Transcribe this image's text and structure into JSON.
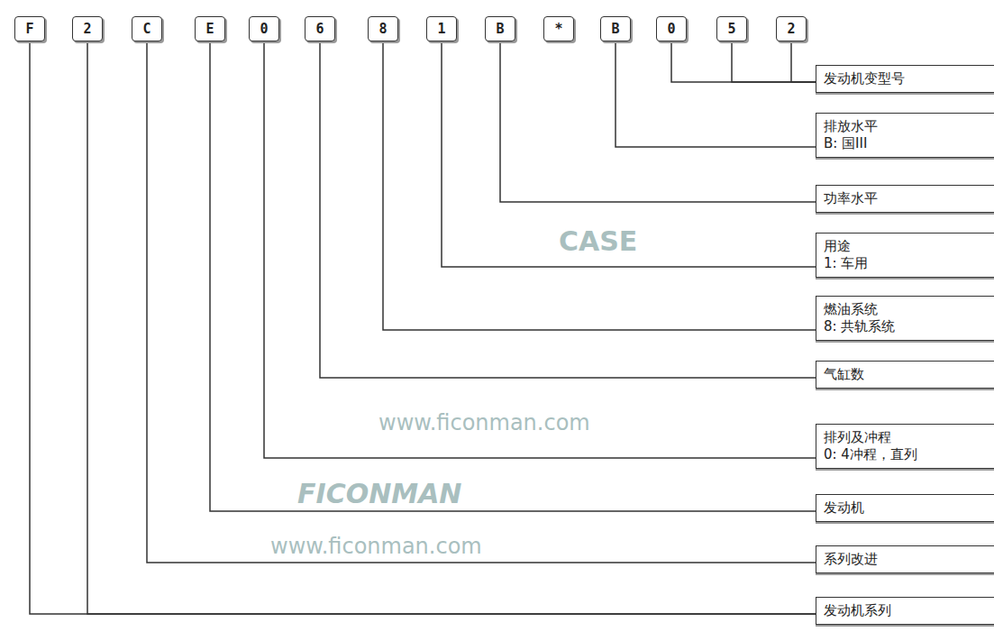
{
  "diagram": {
    "nodes": [
      {
        "text": [
          "F"
        ]
      },
      {
        "text": [
          "2"
        ]
      },
      {
        "text": [
          "C"
        ]
      },
      {
        "text": [
          "E"
        ]
      },
      {
        "text": [
          "0"
        ]
      },
      {
        "text": [
          "6"
        ]
      },
      {
        "text": [
          "8"
        ]
      },
      {
        "text": [
          "1"
        ]
      },
      {
        "text": [
          "B"
        ]
      },
      {
        "text": [
          "*"
        ]
      },
      {
        "text": [
          "B"
        ]
      },
      {
        "text": [
          "0"
        ]
      },
      {
        "text": [
          "5"
        ]
      },
      {
        "text": [
          "2"
        ]
      },
      {
        "text": [
          "发动机变型号"
        ]
      },
      {
        "text": [
          "排放水平",
          "B: 国III"
        ]
      },
      {
        "text": [
          "功率水平"
        ]
      },
      {
        "text": [
          "用途",
          "1: 车用"
        ]
      },
      {
        "text": [
          "燃油系统",
          "8: 共轨系统"
        ]
      },
      {
        "text": [
          "气缸数"
        ]
      },
      {
        "text": [
          "排列及冲程",
          "0: 4冲程，直列"
        ]
      },
      {
        "text": [
          "发动机"
        ]
      },
      {
        "text": [
          "系列改进"
        ]
      },
      {
        "text": [
          "发动机系列"
        ]
      }
    ],
    "edges": [
      {
        "from": 11,
        "to": 14,
        "arrow": "none"
      },
      {
        "from": 12,
        "to": 14,
        "arrow": "none"
      },
      {
        "from": 13,
        "to": 14,
        "arrow": "none"
      },
      {
        "from": 10,
        "to": 15,
        "arrow": "none"
      },
      {
        "from": 8,
        "to": 16,
        "arrow": "none"
      },
      {
        "from": 7,
        "to": 17,
        "arrow": "none"
      },
      {
        "from": 6,
        "to": 18,
        "arrow": "none"
      },
      {
        "from": 5,
        "to": 19,
        "arrow": "none"
      },
      {
        "from": 4,
        "to": 20,
        "arrow": "none"
      },
      {
        "from": 3,
        "to": 21,
        "arrow": "none"
      },
      {
        "from": 2,
        "to": 22,
        "arrow": "none"
      },
      {
        "from": 0,
        "to": 23,
        "arrow": "none"
      },
      {
        "from": 1,
        "to": 23,
        "arrow": "none"
      }
    ],
    "labels": [
      "CASE",
      "www.ficonman.com",
      "FICONMAN",
      "www.ficonman.com"
    ]
  }
}
